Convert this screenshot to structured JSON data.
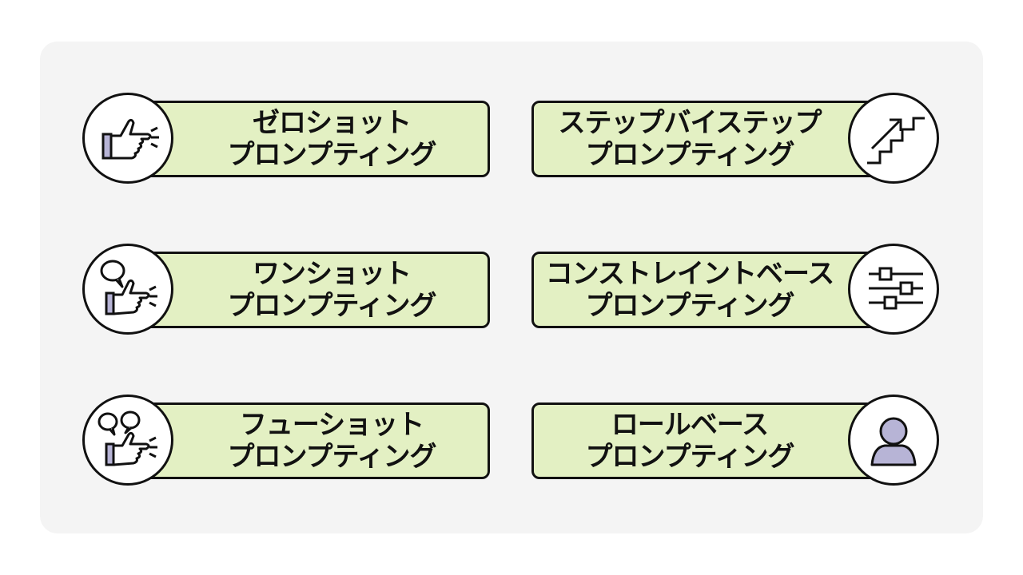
{
  "cards": [
    {
      "line1": "ゼロショット",
      "line2": "プロンプティング",
      "icon": "pointing-hand-icon"
    },
    {
      "line1": "ステップバイステップ",
      "line2": "プロンプティング",
      "icon": "stairs-arrow-icon"
    },
    {
      "line1": "ワンショット",
      "line2": "プロンプティング",
      "icon": "pointing-hand-one-bubble-icon"
    },
    {
      "line1": "コンストレイントベース",
      "line2": "プロンプティング",
      "icon": "sliders-icon"
    },
    {
      "line1": "フューショット",
      "line2": "プロンプティング",
      "icon": "pointing-hand-two-bubbles-icon"
    },
    {
      "line1": "ロールベース",
      "line2": "プロンプティング",
      "icon": "person-icon"
    }
  ],
  "colors": {
    "card_fill": "#e3f0c3",
    "icon_accent": "#b7b4d6",
    "panel": "#f4f4f4"
  }
}
